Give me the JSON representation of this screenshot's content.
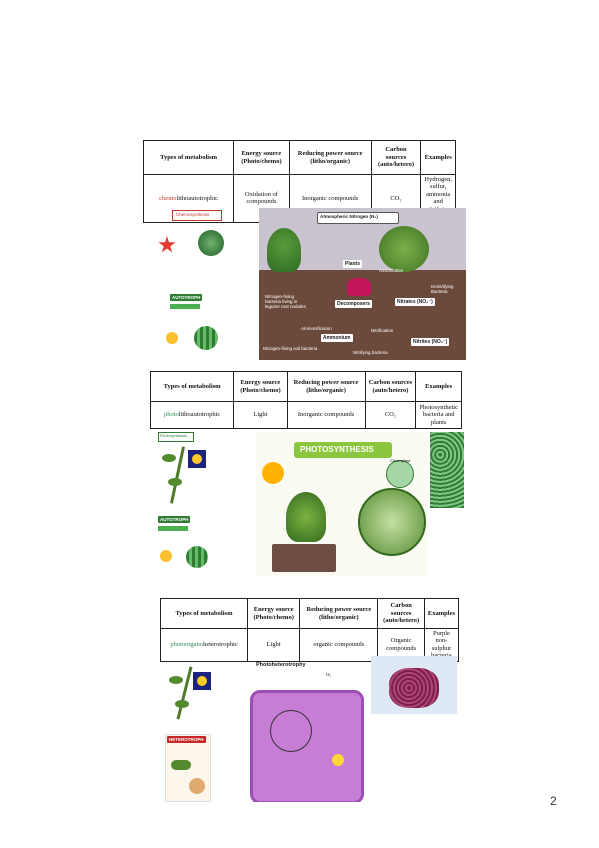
{
  "headers": {
    "type": "Types of metabolism",
    "energy": "Energy source (Photo/chemo)",
    "reducing": "Reducing power source (litho/organic)",
    "carbon": "Carbon sources (auto/hetero)",
    "examples": "Examples"
  },
  "table1": {
    "type_prefix": "chemo",
    "type_rest": "lithoautotrophic",
    "energy": "Oxidation of compounds",
    "reducing": "Inorganic compounds",
    "carbon": "CO₂",
    "examples": "Hydrogen, sulfur, ammonia and nitrifying bacteria"
  },
  "table2": {
    "type_prefix": "photo",
    "type_rest": "lithoautotrophic",
    "energy": "Light",
    "reducing": "Inorganic compounds",
    "carbon": "CO₂",
    "examples": "Photosynthetic bacteria and plants"
  },
  "table3": {
    "type_prefix": "photoorgano",
    "type_rest": "heterotrophic",
    "energy": "Light",
    "reducing": "organic compounds",
    "carbon": "Organic compounds",
    "examples": "Purple non-sulphur bacteria"
  },
  "panel1": {
    "chemo_title": "Chemosynthesis",
    "autotroph": "AUTOTROPH",
    "atm_nitrogen": "Atmospheric Nitrogen (N₂)",
    "plants": "Plants",
    "assimilation": "Assimilation",
    "nitrogen_fixing_nodules": "Nitrogen-fixing bacteria living in legume root nodules",
    "decomposers": "Decomposers",
    "nitrates": "Nitrates (NO₃⁻)",
    "denitrifying": "Denitrifying Bacteria",
    "ammonification": "Ammonification",
    "ammonium": "Ammonium",
    "nitrification": "Nitrification",
    "nitrites": "Nitrites (NO₂⁻)",
    "nitrogen_fixing_soil": "Nitrogen-fixing soil bacteria",
    "nitrifying_bacteria": "Nitrifying bacteria"
  },
  "panel2": {
    "photosynthesis": "Photosynthesis",
    "autotroph": "AUTOTROPH",
    "banner": "PHOTOSYNTHESIS",
    "chloroplast": "Chloroplast"
  },
  "panel3": {
    "heterotroph": "HETEROTROPH",
    "photoheterotrophy": "Photoheterotrophy",
    "h2": "H₂"
  },
  "page_number": "2",
  "colors": {
    "table_border": "#222222",
    "chemo_red": "#c0392b",
    "photo_green": "#2e8b57",
    "soil_brown": "#6b4a3b",
    "sky_grey": "#c9c4cf",
    "banner_green": "#8cc63f",
    "cell_purple": "#c77dd6"
  }
}
